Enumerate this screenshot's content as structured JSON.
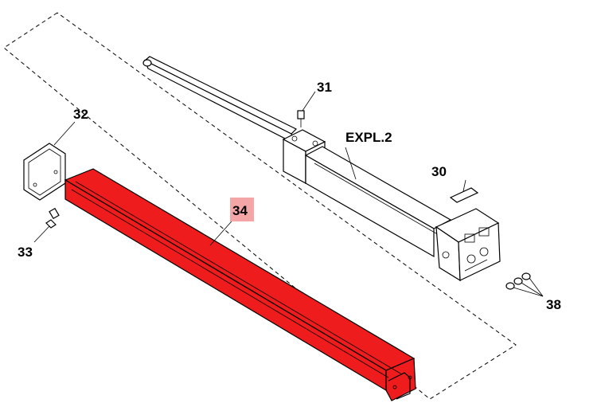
{
  "diagram": {
    "callouts": {
      "p30": "30",
      "p31": "31",
      "p32": "32",
      "p33": "33",
      "p34": "34",
      "p38": "38",
      "expl": "EXPL.2"
    },
    "highlight": {
      "part": "34",
      "color": "#ee1c1c",
      "label_bg": "#f4a6a6"
    }
  }
}
